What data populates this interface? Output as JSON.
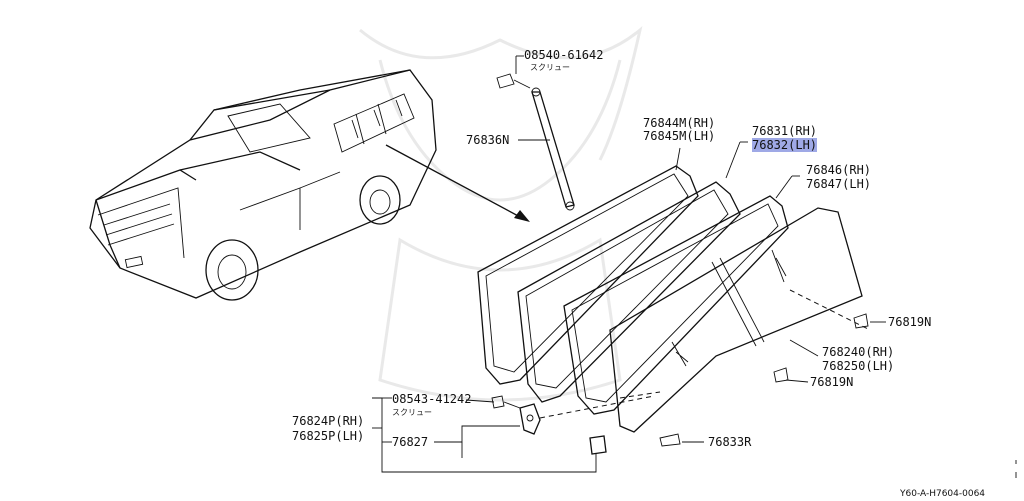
{
  "labels": {
    "p08540": "08540-61642",
    "jp_screw_1": "スクリュー",
    "p76836": "76836N",
    "p76844": "76844M(RH)",
    "p76845": "76845M(LH)",
    "p76831": "76831(RH)",
    "p76832": "76832(LH)",
    "p76846": "76846(RH)",
    "p76847": "76847(LH)",
    "p76819a": "76819N",
    "p768240": "768240(RH)",
    "p768250": "768250(LH)",
    "p76819b": "76819N",
    "p08543": "08543-41242",
    "jp_screw_2": "スクリュー",
    "p76824p": "76824P(RH)",
    "p76825p": "76825P(LH)",
    "p76827": "76827",
    "p76833": "76833R",
    "diagram_ref": "Y60-A-H7604-0064"
  },
  "colors": {
    "line": "#111111",
    "highlight": "#9fa9e6",
    "watermark": "#e9e9e9"
  }
}
